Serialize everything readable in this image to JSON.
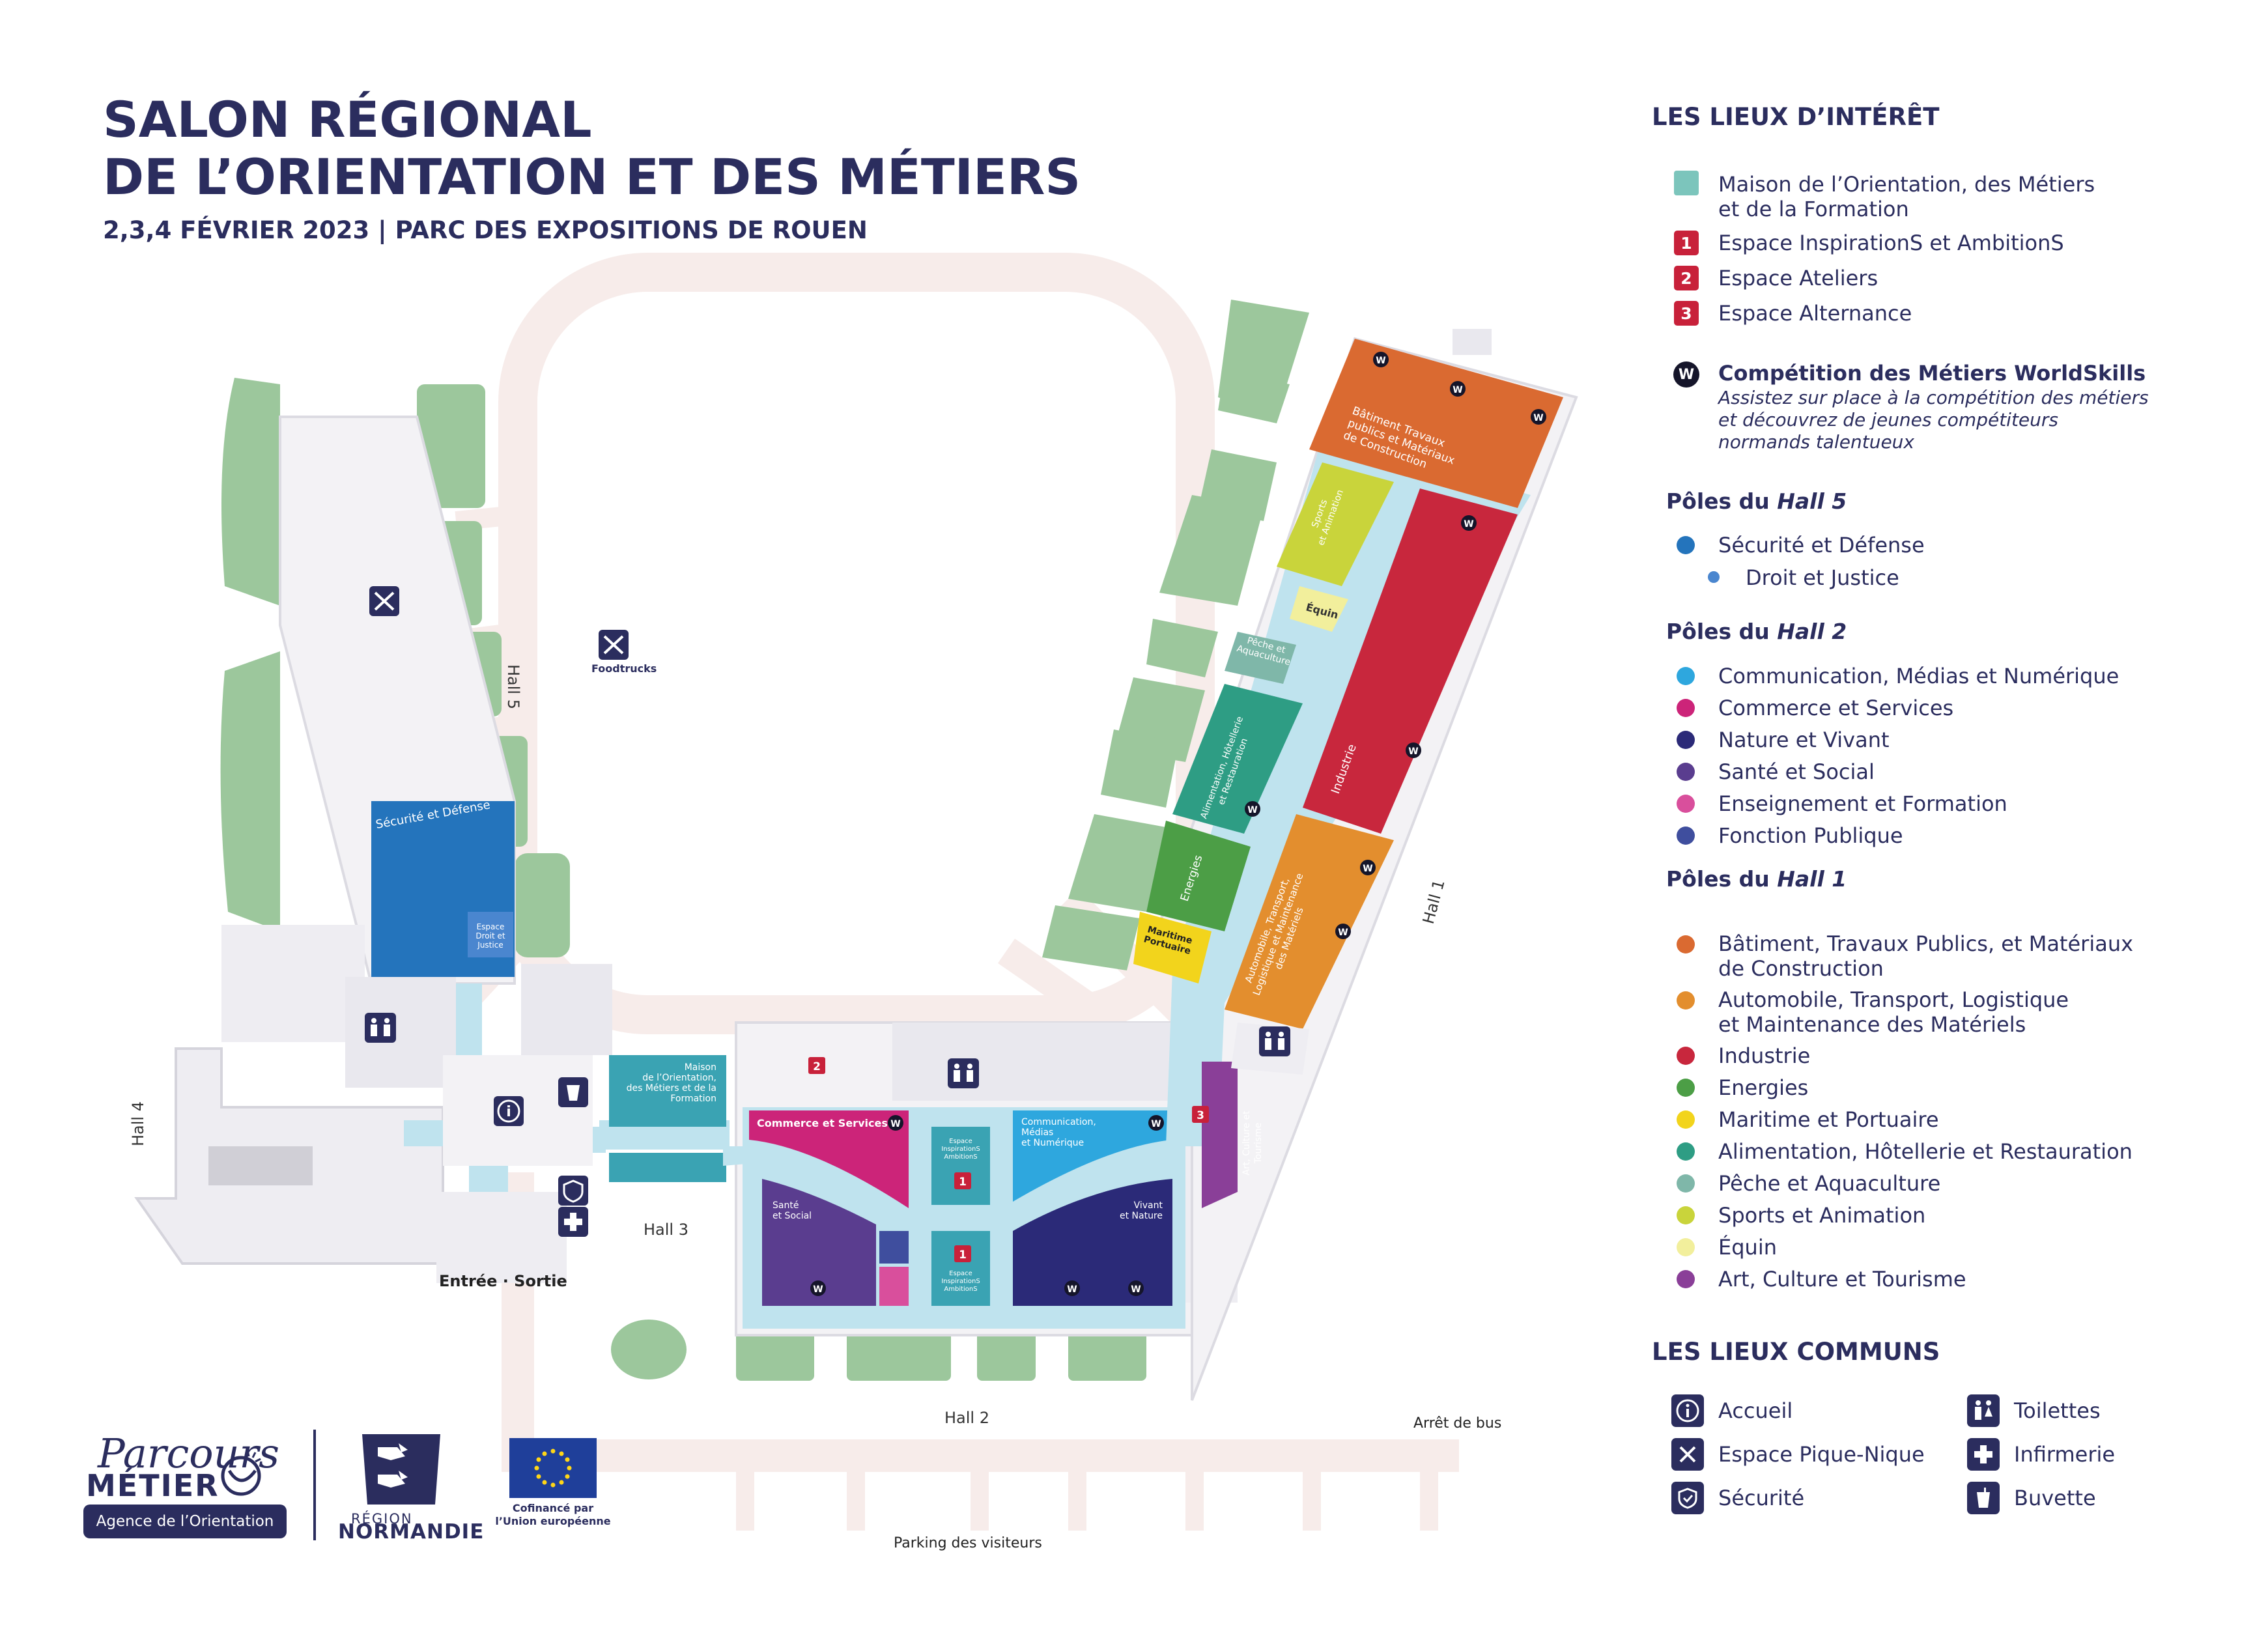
{
  "header": {
    "title_line1": "SALON RÉGIONAL",
    "title_line2": "DE L’ORIENTATION ET DES MÉTIERS",
    "subtitle": "2,3,4 FÉVRIER 2023 | PARC DES EXPOSITIONS DE ROUEN"
  },
  "map": {
    "halls": {
      "hall1": "Hall 1",
      "hall2": "Hall 2",
      "hall3": "Hall 3",
      "hall4": "Hall 4",
      "hall5": "Hall 5"
    },
    "places": {
      "foodtrucks": "Foodtrucks",
      "entree_sortie": "Entrée · Sortie",
      "arret_bus": "Arrêt de bus",
      "parking": "Parking des visiteurs"
    },
    "zones": {
      "securite_defense": "Sécurité et Défense",
      "espace_droit": "Espace\nDroit et\nJustice",
      "maison": "Maison\nde l’Orientation,\ndes Métiers et de la\nFormation",
      "commerce": "Commerce et Services",
      "communication": "Communication,\nMédias\net Numérique",
      "sante": "Santé\net Social",
      "vivant": "Vivant\net Nature",
      "inspirations_a": "Espace\nInspirationS\nAmbitionS",
      "inspirations_b": "Espace\nInspirationS\nAmbitionS",
      "art": "Art, Culture et\nTourisme",
      "batiment": "Bâtiment Travaux\npublics et Matériaux\nde Construction",
      "sports": "Sports\net Animation",
      "equin": "Équin",
      "peche": "Pêche et\nAquaculture",
      "alimentation": "Alimentation, Hôtellerie\net Restauration",
      "industrie": "Industrie",
      "energies": "Energies",
      "maritime": "Maritime\nPortuaire",
      "automobile": "Automobile, Transport,\nLogistique et Maintenance\ndes Matériels"
    },
    "markers": {
      "w": "W",
      "num1": "1",
      "num2": "2",
      "num3": "3",
      "info": "i"
    },
    "colors": {
      "securite": "#2474bc",
      "droit": "#4a86cf",
      "maison": "#3aa3b3",
      "commerce": "#cc2479",
      "communication": "#2ea7de",
      "sante": "#5a3d8f",
      "vivant": "#2b2a78",
      "enseignement": "#d94f9c",
      "fonction": "#3f4e9e",
      "batiment": "#da6a31",
      "automobile": "#e38e2e",
      "industrie": "#c8273d",
      "energies": "#4c9e46",
      "maritime": "#f2d41c",
      "alimentation": "#2e9d84",
      "peche": "#7fb7a9",
      "sports": "#c9d43b",
      "equin": "#f2ef9c",
      "art": "#8a3f98",
      "path": "#bfe3ee",
      "road": "#f7ecea",
      "grass": "#9cc79c"
    }
  },
  "legend": {
    "interet_title": "LES LIEUX D’INTÉRÊT",
    "maison": "Maison de l’Orientation, des Métiers\net de la Formation",
    "e1": {
      "num": "1",
      "label": "Espace InspirationS et AmbitionS"
    },
    "e2": {
      "num": "2",
      "label": "Espace Ateliers"
    },
    "e3": {
      "num": "3",
      "label": "Espace Alternance"
    },
    "worldskills": {
      "badge": "W",
      "title": "Compétition des Métiers WorldSkills",
      "desc": "Assistez sur place à la compétition des métiers\net découvrez de jeunes compétiteurs\nnormands talentueux"
    },
    "hall5": {
      "prefix": "Pôles du ",
      "hall": "Hall 5",
      "items": [
        "Sécurité et Défense",
        "Droit et Justice"
      ]
    },
    "hall2": {
      "prefix": "Pôles du ",
      "hall": "Hall 2",
      "items": [
        "Communication, Médias et Numérique",
        "Commerce et Services",
        "Nature et Vivant",
        "Santé et Social",
        "Enseignement et Formation",
        "Fonction Publique"
      ]
    },
    "hall1": {
      "prefix": "Pôles du ",
      "hall": "Hall 1",
      "items": [
        "Bâtiment, Travaux Publics, et Matériaux\nde Construction",
        "Automobile, Transport, Logistique\net Maintenance des Matériels",
        "Industrie",
        "Energies",
        "Maritime et Portuaire",
        "Alimentation, Hôtellerie et Restauration",
        "Pêche et Aquaculture",
        "Sports et Animation",
        "Équin",
        "Art, Culture et Tourisme"
      ]
    },
    "communs_title": "LES LIEUX COMMUNS",
    "communs": {
      "accueil": "Accueil",
      "pique_nique": "Espace Pique-Nique",
      "securite": "Sécurité",
      "toilettes": "Toilettes",
      "infirmerie": "Infirmerie",
      "buvette": "Buvette"
    }
  },
  "logos": {
    "parcours_top": "Parcours",
    "parcours_mid": "MÉTIER",
    "parcours_bar": "Agence de l’Orientation",
    "region_small": "RÉGION",
    "region_big": "NORMANDIE",
    "eu": "Cofinancé par\nl’Union européenne"
  }
}
